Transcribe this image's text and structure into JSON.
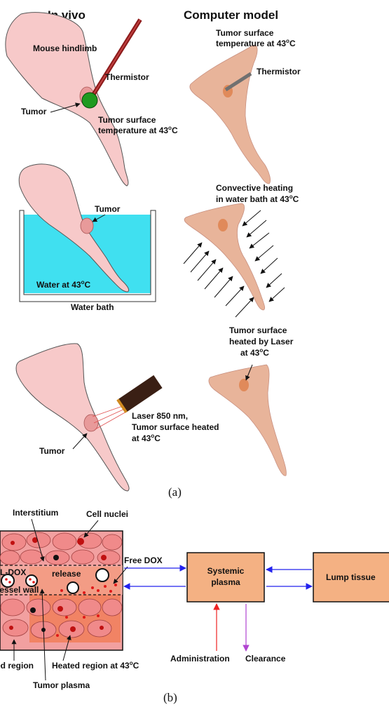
{
  "panel_a": {
    "headers": {
      "in_vivo": "In vivo",
      "computer_model": "Computer model"
    },
    "row1": {
      "mouse_hindlimb": "Mouse hindlimb",
      "thermistor": "Thermistor",
      "tumor": "Tumor",
      "surface_line1": "Tumor surface",
      "surface_line2": "temperature at  43",
      "surface_unit": "C",
      "model_surface_line1": "Tumor surface",
      "model_surface_line2": "temperature at 43",
      "model_surface_unit": "C",
      "model_thermistor": "Thermistor"
    },
    "row2": {
      "tumor": "Tumor",
      "water_line": "Water at 43",
      "water_unit": "C",
      "water_bath": "Water bath",
      "convective_line1": "Convective heating",
      "convective_line2": "in water bath at 43",
      "convective_unit": "C"
    },
    "row3": {
      "laser_line1": "Laser 850 nm,",
      "laser_line2": "Tumor surface heated",
      "laser_line3": "at  43",
      "laser_unit": "C",
      "tumor": "Tumor",
      "model_line1": "Tumor surface",
      "model_line2": "heated by Laser",
      "model_line3": "at 43",
      "model_unit": "C"
    },
    "caption": "(a)",
    "degree": "o"
  },
  "panel_b": {
    "interstitium": "Interstitium",
    "cell_nuclei": "Cell nuclei",
    "l_dox": "L-DOX",
    "release": "release",
    "free_dox": "Free DOX",
    "vessel_wall": "Vessel wall",
    "unheated_region": "ed region",
    "heated_region": "Heated region at 43",
    "heated_unit": "C",
    "tumor_plasma": "Tumor plasma",
    "systemic_line1": "Systemic",
    "systemic_line2": "plasma",
    "lump_tissue": "Lump  tissue",
    "administration": "Administration",
    "clearance": "Clearance",
    "caption": "(b)"
  },
  "colors": {
    "limb": "#f7c9c9",
    "limb_outline": "#555555",
    "tumor": "#e89a9a",
    "model_limb": "#e8b49a",
    "model_tumor": "#e08a5a",
    "water": "#40e0f0",
    "thermistor_rod": "#8b1a1a",
    "thermistor_tip": "#1f9a1f",
    "laser_body": "#3a1f14",
    "tissue_bg": "#f2a0a0",
    "heated_bg": "#f07a50",
    "box_fill": "#f4b183",
    "arrow_blue": "#2222ee",
    "arrow_red": "#ee2222",
    "arrow_purple": "#b044d0"
  }
}
